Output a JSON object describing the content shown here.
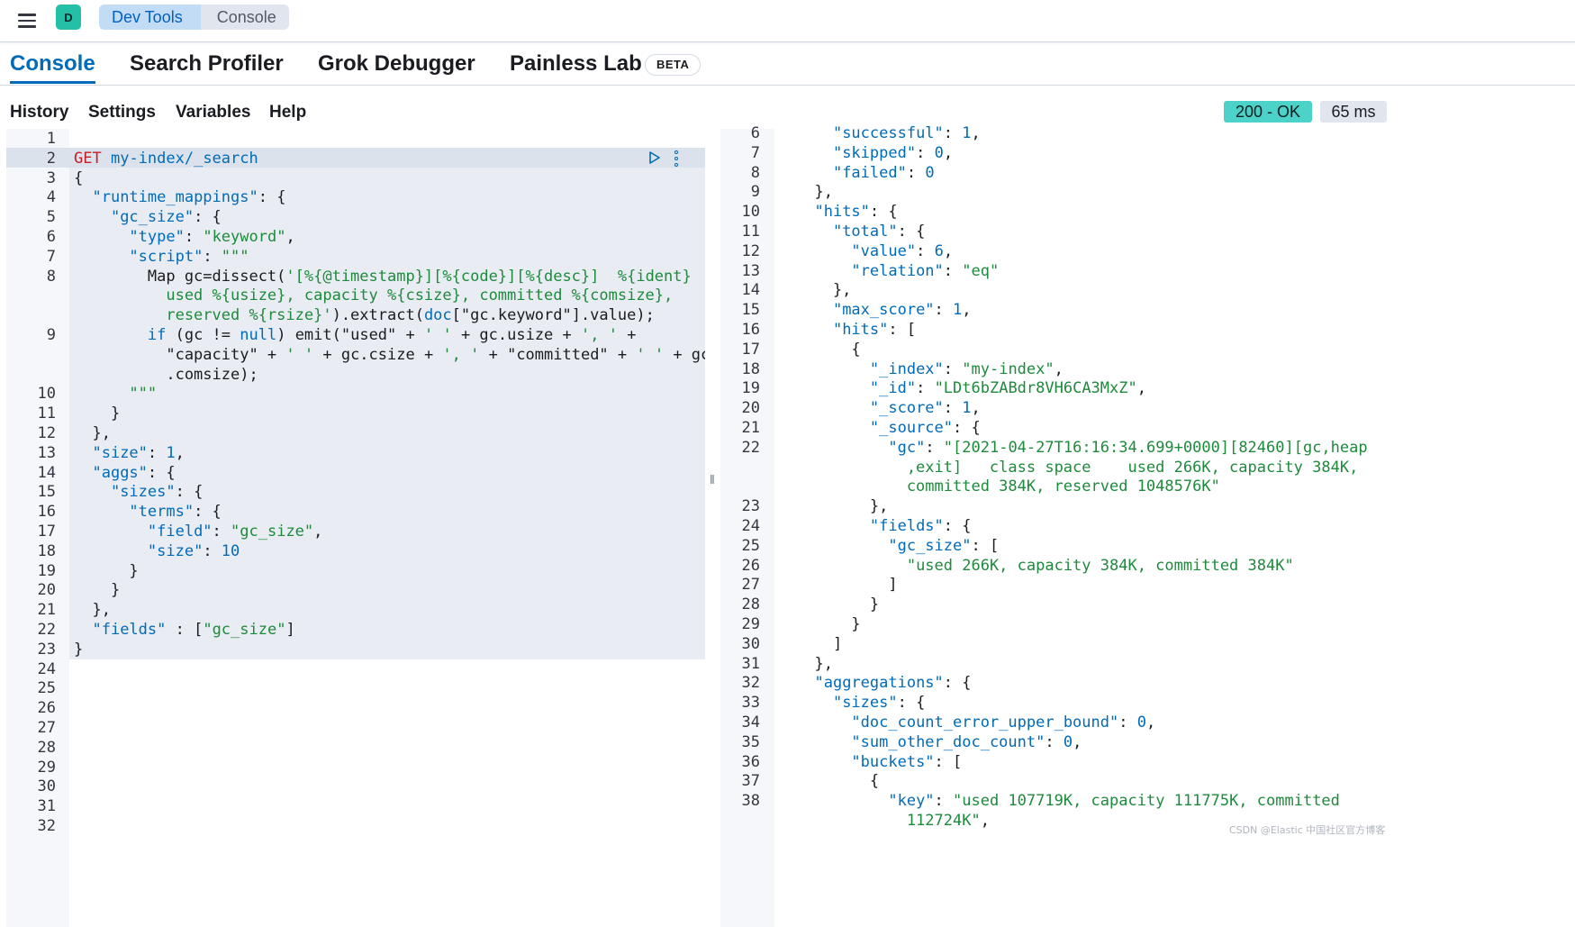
{
  "header": {
    "avatar_letter": "D",
    "breadcrumbs": [
      "Dev Tools",
      "Console"
    ]
  },
  "tabs": [
    {
      "label": "Console",
      "active": true
    },
    {
      "label": "Search Profiler",
      "active": false
    },
    {
      "label": "Grok Debugger",
      "active": false
    },
    {
      "label": "Painless Lab",
      "active": false
    }
  ],
  "beta_badge": "BETA",
  "toolbar": {
    "items": [
      "History",
      "Settings",
      "Variables",
      "Help"
    ],
    "status": "200 - OK",
    "timing": "65 ms"
  },
  "colors": {
    "accent": "#006bb8",
    "status_ok": "#4dd2ca",
    "string": "#1e8a3c",
    "method": "#c61e25"
  },
  "request_editor": {
    "lines": [
      {
        "n": "1",
        "html": ""
      },
      {
        "n": "2",
        "html": "<span class='m'>GET</span> <span class='k'>my-index/_search</span>"
      },
      {
        "n": "3",
        "html": "{"
      },
      {
        "n": "4",
        "html": "  <span class='k'>\"runtime_mappings\"</span>: {"
      },
      {
        "n": "5",
        "html": "    <span class='k'>\"gc_size\"</span>: {"
      },
      {
        "n": "6",
        "html": "      <span class='k'>\"type\"</span>: <span class='s'>\"keyword\"</span>,"
      },
      {
        "n": "7",
        "html": "      <span class='k'>\"script\"</span>: <span class='s'>\"\"\"</span>"
      },
      {
        "n": "8",
        "html": "        Map gc=dissect(<span class='s'>'[%{@timestamp}][%{code}][%{desc}]  %{ident}</span>"
      },
      {
        "n": "",
        "html": "<span class='s'>          used %{usize}, capacity %{csize}, committed %{comsize},</span>"
      },
      {
        "n": "",
        "html": "<span class='s'>          reserved %{rsize}'</span>).extract(<span class='k'>doc</span>[\"gc.keyword\"].value);"
      },
      {
        "n": "9",
        "html": "        <span class='k'>if</span> (gc != <span class='k'>null</span>) emit(\"used\" + <span class='s'>' '</span> + gc.usize + <span class='s'>', '</span> +"
      },
      {
        "n": "",
        "html": "          \"capacity\" + <span class='s'>' '</span> + gc.csize + <span class='s'>', '</span> + \"committed\" + <span class='s'>' '</span> + gc"
      },
      {
        "n": "",
        "html": "          .comsize);"
      },
      {
        "n": "10",
        "html": "      <span class='s'>\"\"\"</span>"
      },
      {
        "n": "11",
        "html": "    }"
      },
      {
        "n": "12",
        "html": "  },"
      },
      {
        "n": "13",
        "html": "  <span class='k'>\"size\"</span>: <span class='n'>1</span>,"
      },
      {
        "n": "14",
        "html": "  <span class='k'>\"aggs\"</span>: {"
      },
      {
        "n": "15",
        "html": "    <span class='k'>\"sizes\"</span>: {"
      },
      {
        "n": "16",
        "html": "      <span class='k'>\"terms\"</span>: {"
      },
      {
        "n": "17",
        "html": "        <span class='k'>\"field\"</span>: <span class='s'>\"gc_size\"</span>,"
      },
      {
        "n": "18",
        "html": "        <span class='k'>\"size\"</span>: <span class='n'>10</span>"
      },
      {
        "n": "19",
        "html": "      }"
      },
      {
        "n": "20",
        "html": "    }"
      },
      {
        "n": "21",
        "html": "  },"
      },
      {
        "n": "22",
        "html": "  <span class='k'>\"fields\"</span> : [<span class='s'>\"gc_size\"</span>]"
      },
      {
        "n": "23",
        "html": "}"
      },
      {
        "n": "24",
        "html": ""
      },
      {
        "n": "25",
        "html": ""
      },
      {
        "n": "26",
        "html": ""
      },
      {
        "n": "27",
        "html": ""
      },
      {
        "n": "28",
        "html": ""
      },
      {
        "n": "29",
        "html": ""
      },
      {
        "n": "30",
        "html": ""
      },
      {
        "n": "31",
        "html": ""
      },
      {
        "n": "32",
        "html": ""
      }
    ]
  },
  "response_editor": {
    "lines": [
      {
        "n": "6",
        "html": "    <span class='k'>\"successful\"</span>: <span class='n'>1</span>,"
      },
      {
        "n": "7",
        "html": "    <span class='k'>\"skipped\"</span>: <span class='n'>0</span>,"
      },
      {
        "n": "8",
        "html": "    <span class='k'>\"failed\"</span>: <span class='n'>0</span>"
      },
      {
        "n": "9",
        "html": "  },"
      },
      {
        "n": "10",
        "html": "  <span class='k'>\"hits\"</span>: {"
      },
      {
        "n": "11",
        "html": "    <span class='k'>\"total\"</span>: {"
      },
      {
        "n": "12",
        "html": "      <span class='k'>\"value\"</span>: <span class='n'>6</span>,"
      },
      {
        "n": "13",
        "html": "      <span class='k'>\"relation\"</span>: <span class='s'>\"eq\"</span>"
      },
      {
        "n": "14",
        "html": "    },"
      },
      {
        "n": "15",
        "html": "    <span class='k'>\"max_score\"</span>: <span class='n'>1</span>,"
      },
      {
        "n": "16",
        "html": "    <span class='k'>\"hits\"</span>: ["
      },
      {
        "n": "17",
        "html": "      {"
      },
      {
        "n": "18",
        "html": "        <span class='k'>\"_index\"</span>: <span class='s'>\"my-index\"</span>,"
      },
      {
        "n": "19",
        "html": "        <span class='k'>\"_id\"</span>: <span class='s'>\"LDt6bZABdr8VH6CA3MxZ\"</span>,"
      },
      {
        "n": "20",
        "html": "        <span class='k'>\"_score\"</span>: <span class='n'>1</span>,"
      },
      {
        "n": "21",
        "html": "        <span class='k'>\"_source\"</span>: {"
      },
      {
        "n": "22",
        "html": "          <span class='k'>\"gc\"</span>: <span class='s'>\"[2021-04-27T16:16:34.699+0000][82460][gc,heap</span>"
      },
      {
        "n": "",
        "html": "<span class='s'>            ,exit]   class space    used 266K, capacity 384K,</span>"
      },
      {
        "n": "",
        "html": "<span class='s'>            committed 384K, reserved 1048576K\"</span>"
      },
      {
        "n": "23",
        "html": "        },"
      },
      {
        "n": "24",
        "html": "        <span class='k'>\"fields\"</span>: {"
      },
      {
        "n": "25",
        "html": "          <span class='k'>\"gc_size\"</span>: ["
      },
      {
        "n": "26",
        "html": "            <span class='s'>\"used 266K, capacity 384K, committed 384K\"</span>"
      },
      {
        "n": "27",
        "html": "          ]"
      },
      {
        "n": "28",
        "html": "        }"
      },
      {
        "n": "29",
        "html": "      }"
      },
      {
        "n": "30",
        "html": "    ]"
      },
      {
        "n": "31",
        "html": "  },"
      },
      {
        "n": "32",
        "html": "  <span class='k'>\"aggregations\"</span>: {"
      },
      {
        "n": "33",
        "html": "    <span class='k'>\"sizes\"</span>: {"
      },
      {
        "n": "34",
        "html": "      <span class='k'>\"doc_count_error_upper_bound\"</span>: <span class='n'>0</span>,"
      },
      {
        "n": "35",
        "html": "      <span class='k'>\"sum_other_doc_count\"</span>: <span class='n'>0</span>,"
      },
      {
        "n": "36",
        "html": "      <span class='k'>\"buckets\"</span>: ["
      },
      {
        "n": "37",
        "html": "        {"
      },
      {
        "n": "38",
        "html": "          <span class='k'>\"key\"</span>: <span class='s'>\"used 107719K, capacity 111775K, committed</span>"
      },
      {
        "n": "",
        "html": "<span class='s'>            112724K\"</span>,"
      }
    ]
  },
  "watermark": "CSDN @Elastic 中国社区官方博客"
}
